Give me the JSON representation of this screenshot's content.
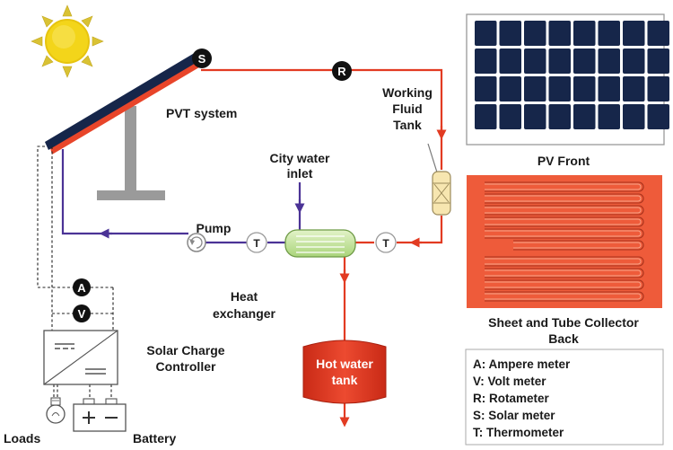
{
  "labels": {
    "pvt_system": "PVT system",
    "working_fluid_tank": [
      "Working",
      "Fluid",
      "Tank"
    ],
    "city_water_inlet": [
      "City water",
      "inlet"
    ],
    "pump": "Pump",
    "heat_exchanger": [
      "Heat",
      "exchanger"
    ],
    "hot_water_tank": [
      "Hot water",
      "tank"
    ],
    "solar_charge_controller": [
      "Solar Charge",
      "Controller"
    ],
    "loads": "Loads",
    "battery": "Battery",
    "pv_front": "PV Front",
    "collector_back": [
      "Sheet and Tube Collector",
      "Back"
    ]
  },
  "symbols": {
    "solar_meter": "S",
    "rotameter": "R",
    "thermometer": "T",
    "ampere_meter": "A",
    "volt_meter": "V"
  },
  "legend": [
    "A: Ampere meter",
    "V: Volt meter",
    "R: Rotameter",
    "S: Solar meter",
    "T: Thermometer"
  ],
  "colors": {
    "hot_line": "#e23b22",
    "cold_line": "#4b3396",
    "pv_panel": "#16264a",
    "collector": "#ee5b3a",
    "sun": "#f3d51a",
    "heat_exchanger": "#c8e6a0",
    "fluid_tank": "#f7e6b0",
    "hot_tank": "#e23b22"
  }
}
